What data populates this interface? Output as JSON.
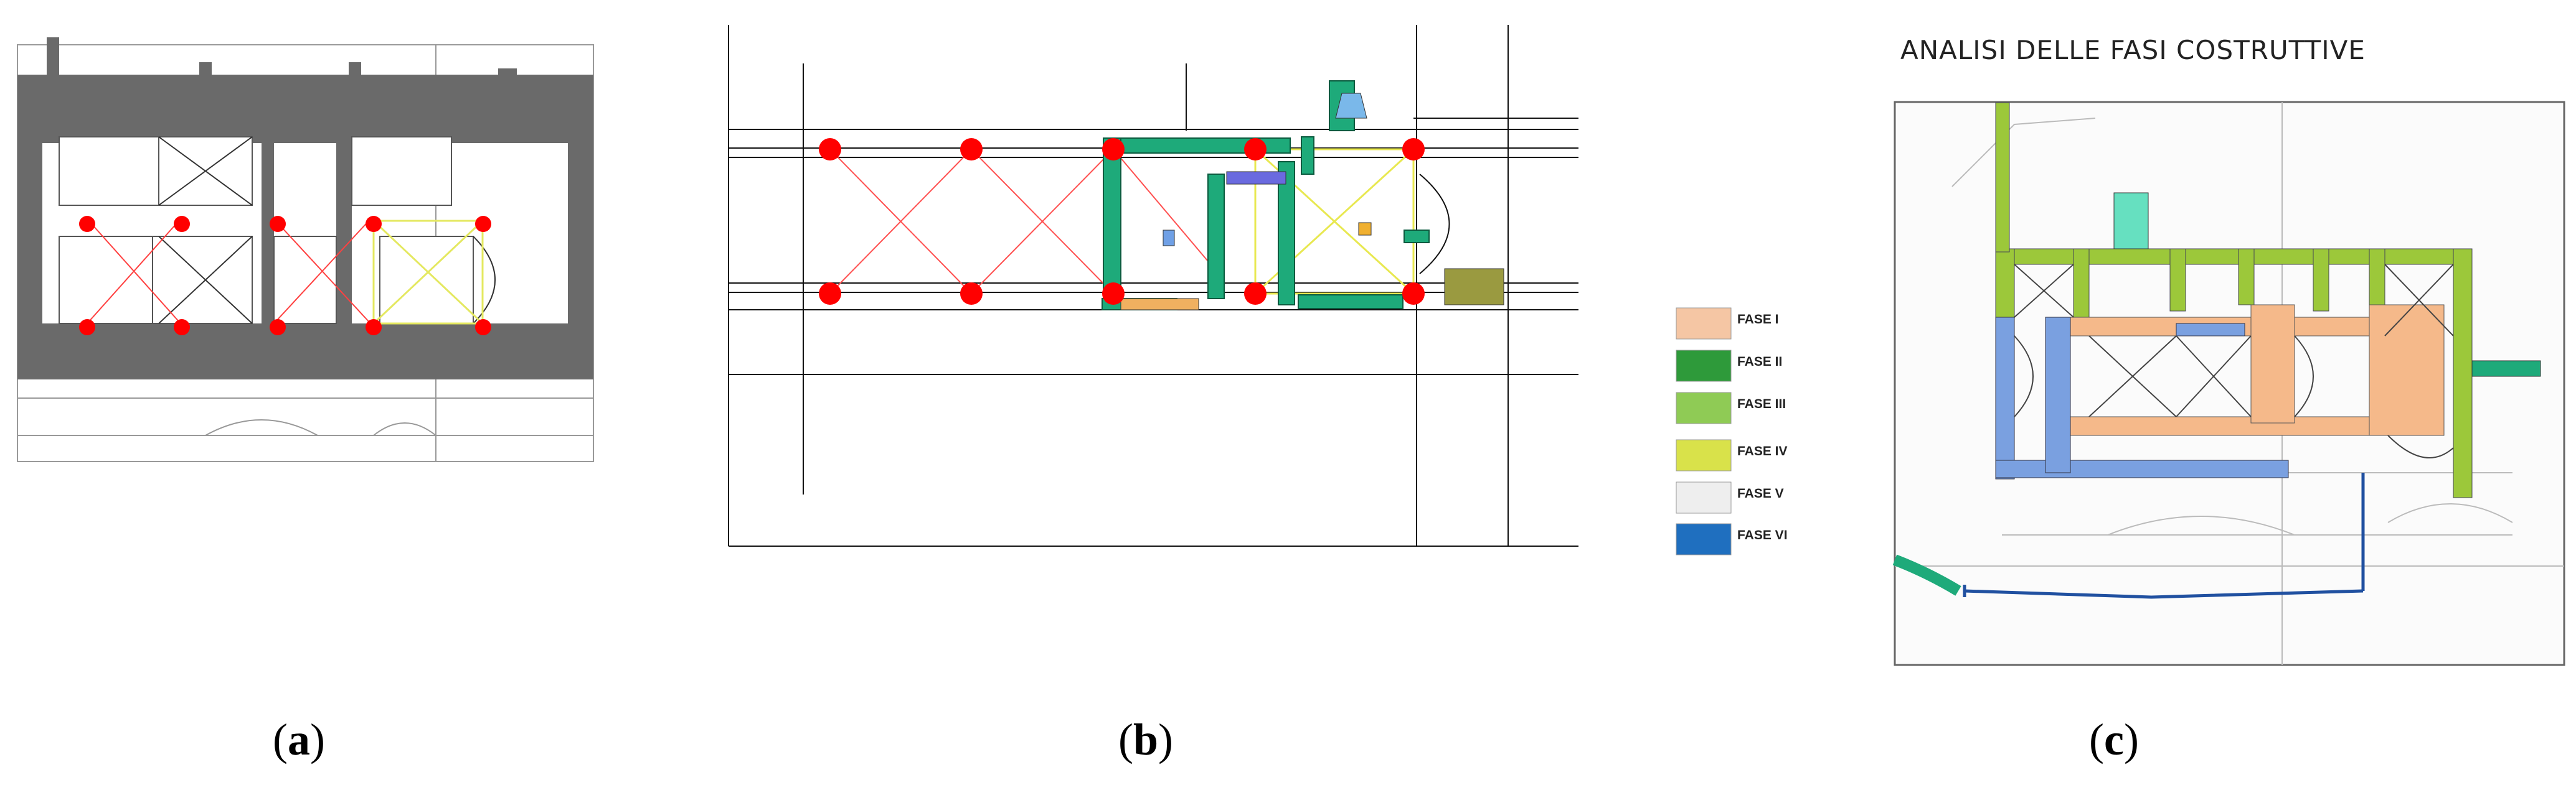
{
  "captions": {
    "a": "a",
    "b": "b",
    "c": "c"
  },
  "panel_c": {
    "title": "ANALISI DELLE FASI COSTRUTTIVE"
  },
  "legend": {
    "items": [
      {
        "label": "FASE I",
        "color": "#f5c6a4"
      },
      {
        "label": "FASE II",
        "color": "#2e9a3a"
      },
      {
        "label": "FASE III",
        "color": "#8fcb55"
      },
      {
        "label": "FASE IV",
        "color": "#d9e24a"
      },
      {
        "label": "FASE V",
        "color": "#eeeeee"
      },
      {
        "label": "FASE VI",
        "color": "#1f6fbf"
      }
    ]
  },
  "colors": {
    "pillar_dot": "#ff0000",
    "wall_grey": "#6e6e6e",
    "phase_teal": "#1ea87a",
    "phase_lightblue": "#7aa0e0",
    "phase_yellow": "#e8f04a",
    "phase_peach": "#f5b98a",
    "phase_olive": "#9abf3a"
  }
}
